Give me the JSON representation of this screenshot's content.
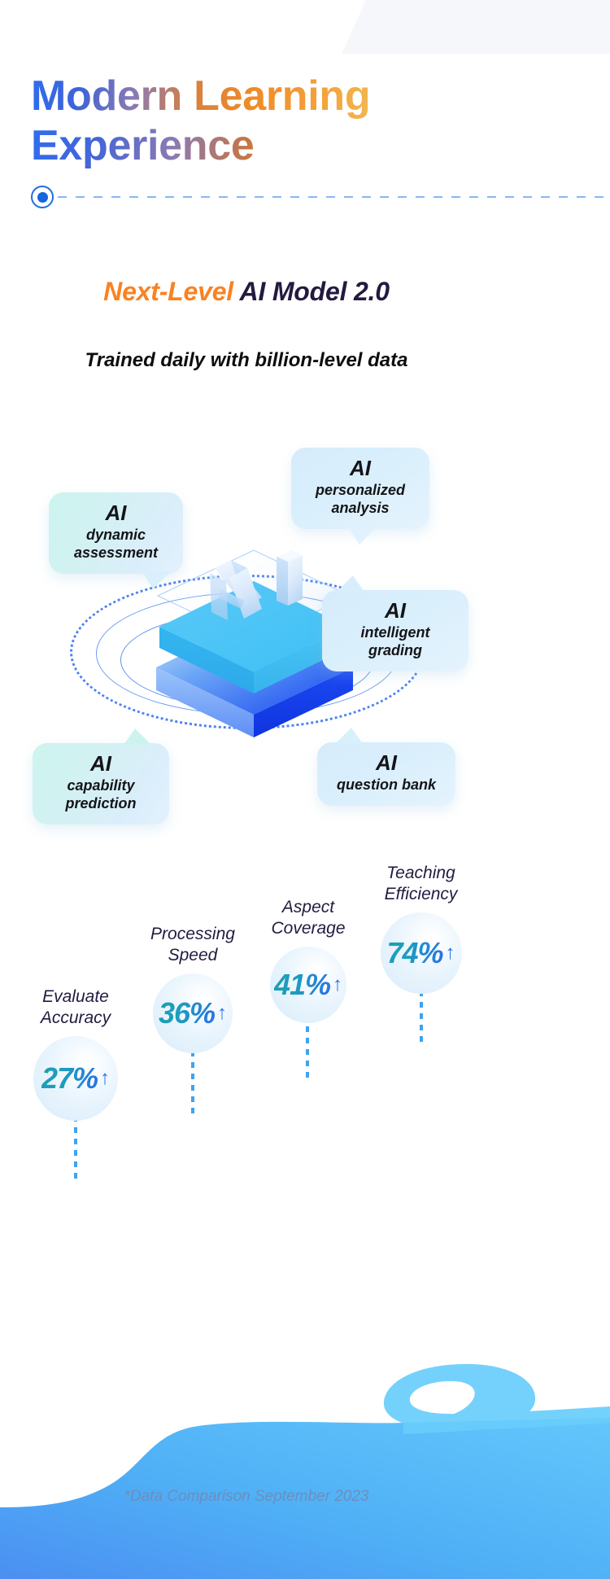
{
  "header": {
    "title_line1": "Modern Learning",
    "title_line2": "Experience"
  },
  "divider": {
    "marker_icon": "circle-marker-icon",
    "line_style": "dashed"
  },
  "subtitle": {
    "accent": "Next-Level",
    "main": "AI Model 2.0",
    "tagline": "Trained daily with billion-level data"
  },
  "illustration": {
    "center_glyph": "AI",
    "bubbles": [
      {
        "ai": "AI",
        "text": "dynamic\nassessment"
      },
      {
        "ai": "AI",
        "text": "personalized\nanalysis"
      },
      {
        "ai": "AI",
        "text": "intelligent grading"
      },
      {
        "ai": "AI",
        "text": "capability\nprediction"
      },
      {
        "ai": "AI",
        "text": "question bank"
      }
    ]
  },
  "chart_data": {
    "type": "bar",
    "title": "",
    "xlabel": "",
    "ylabel": "",
    "categories": [
      "Evaluate Accuracy",
      "Processing Speed",
      "Aspect Coverage",
      "Teaching Efficiency"
    ],
    "values": [
      27,
      36,
      41,
      74
    ],
    "value_labels": [
      "27%",
      "36%",
      "41%",
      "74%"
    ],
    "trend": [
      "up",
      "up",
      "up",
      "up"
    ],
    "unit": "%",
    "ylim": [
      0,
      100
    ],
    "grid": false,
    "legend": "none",
    "note": "*Data Comparison September 2023"
  },
  "stats": [
    {
      "label": "Evaluate\nAccuracy",
      "value": "27%",
      "arrow": "↑"
    },
    {
      "label": "Processing\nSpeed",
      "value": "36%",
      "arrow": "↑"
    },
    {
      "label": "Aspect\nCoverage",
      "value": "41%",
      "arrow": "↑"
    },
    {
      "label": "Teaching\nEfficiency",
      "value": "74%",
      "arrow": "↑"
    }
  ],
  "footer": {
    "note": "*Data Comparison September 2023"
  },
  "colors": {
    "title_start": "#2f6df0",
    "title_end": "#f0c45c",
    "accent_orange": "#fa8222",
    "dark_navy": "#241a40",
    "stat_teal": "#1c9fb3",
    "stat_blue": "#2a6fe8",
    "river_blue": "#4aa8f5",
    "note_blue": "#6d8ebc"
  }
}
